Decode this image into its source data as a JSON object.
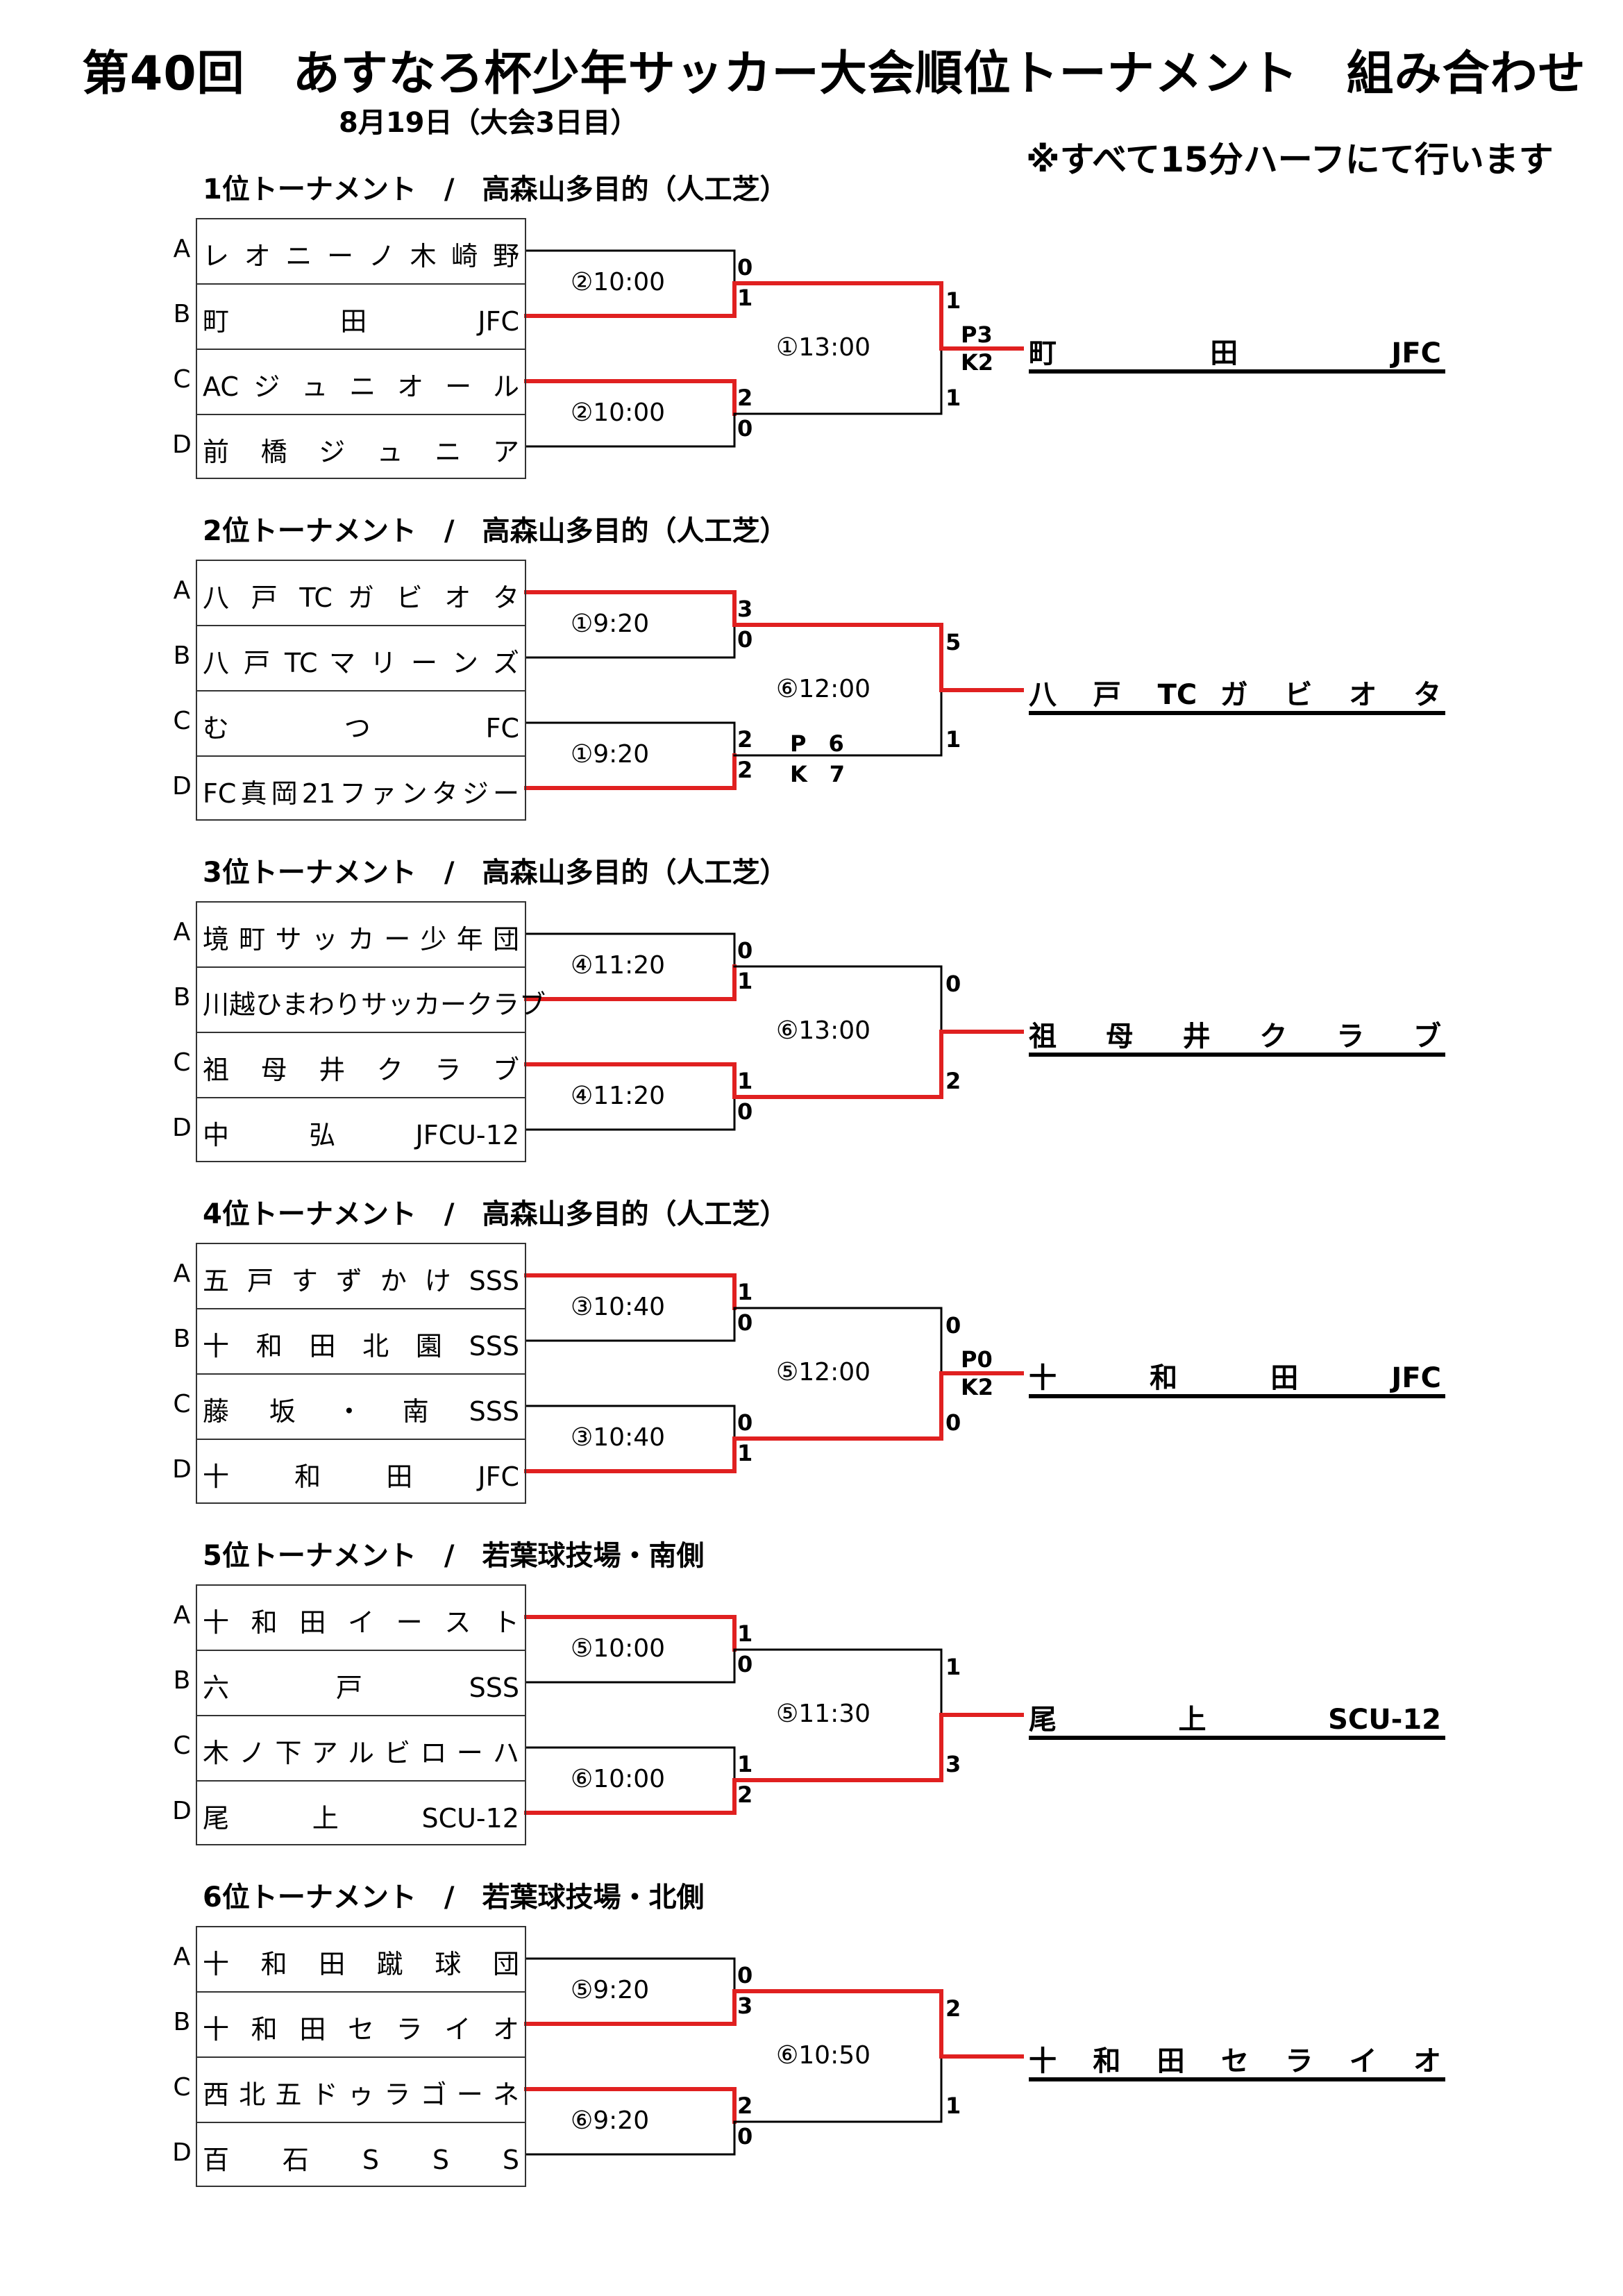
{
  "header": {
    "title": "第40回　あすなろ杯少年サッカー大会順位トーナメント　組み合わせ",
    "date": "8月19日（大会3日目）",
    "note": "※すべて15分ハーフにて行います"
  },
  "colors": {
    "win_line": "#e02020",
    "line": "#000000"
  },
  "slot_letters": [
    "A",
    "B",
    "C",
    "D"
  ],
  "sections": [
    {
      "title": "1位トーナメント　/　高森山多目的（人工芝）",
      "teams": [
        "レ オ ニ ー ノ 木 崎 野",
        "町　　　田　　　JFC",
        "AC ジ ュ ニ オ ー ル",
        "前 橋 ジ ュ ニ ア"
      ],
      "semis": [
        {
          "time": "②10:00",
          "top_score": "0",
          "bottom_score": "1",
          "winner": "bottom"
        },
        {
          "time": "②10:00",
          "top_score": "2",
          "bottom_score": "0",
          "winner": "top"
        }
      ],
      "final": {
        "time": "①13:00",
        "top_score": "1",
        "bottom_score": "1",
        "pk": "P3\nK2",
        "winner": "top"
      },
      "champion": "町　　　田　　　JFC"
    },
    {
      "title": "2位トーナメント　/　高森山多目的（人工芝）",
      "teams": [
        "八 戸 TC ガ ビ オ タ",
        "八 戸 TC マ リ ー ン ズ",
        "む　　　つ　　　FC",
        "FC真岡21ファンタジー"
      ],
      "semis": [
        {
          "time": "①9:20",
          "top_score": "3",
          "bottom_score": "0",
          "winner": "top"
        },
        {
          "time": "①9:20",
          "top_score": "2",
          "bottom_score": "2",
          "winner": "bottom",
          "pk_top": "P　6",
          "pk_bottom": "K　7"
        }
      ],
      "final": {
        "time": "⑥12:00",
        "top_score": "5",
        "bottom_score": "1",
        "winner": "top"
      },
      "champion": "八 戸 TC ガ ビ オ タ"
    },
    {
      "title": "3位トーナメント　/　高森山多目的（人工芝）",
      "teams": [
        "境 町 サ ッ カ ー 少 年 団",
        "川越ひまわりサッカークラブ",
        "祖 母 井 ク ラ ブ",
        "中　　弘　　JFCU-12"
      ],
      "semis": [
        {
          "time": "④11:20",
          "top_score": "0",
          "bottom_score": "1",
          "winner": "bottom"
        },
        {
          "time": "④11:20",
          "top_score": "1",
          "bottom_score": "0",
          "winner": "top"
        }
      ],
      "final": {
        "time": "⑥13:00",
        "top_score": "0",
        "bottom_score": "2",
        "winner": "bottom"
      },
      "champion": "祖 母 井 ク ラ ブ"
    },
    {
      "title": "4位トーナメント　/　高森山多目的（人工芝）",
      "teams": [
        "五 戸 す ず か け SSS",
        "十 和 田 北 園 SSS",
        "藤 坂 ・ 南 SSS",
        "十　和　田　JFC"
      ],
      "semis": [
        {
          "time": "③10:40",
          "top_score": "1",
          "bottom_score": "0",
          "winner": "top"
        },
        {
          "time": "③10:40",
          "top_score": "0",
          "bottom_score": "1",
          "winner": "bottom"
        }
      ],
      "final": {
        "time": "⑤12:00",
        "top_score": "0",
        "bottom_score": "0",
        "pk": "P0\nK2",
        "winner": "bottom"
      },
      "champion": "十　　和　　田　　JFC"
    },
    {
      "title": "5位トーナメント　/　若葉球技場・南側",
      "teams": [
        "十 和 田 イ ー ス ト",
        "六　　　戸　　　SSS",
        "木 ノ 下 ア ル ビ ロ ー ハ",
        "尾　　上　　SCU-12"
      ],
      "semis": [
        {
          "time": "⑤10:00",
          "top_score": "1",
          "bottom_score": "0",
          "winner": "top"
        },
        {
          "time": "⑥10:00",
          "top_score": "1",
          "bottom_score": "2",
          "winner": "bottom"
        }
      ],
      "final": {
        "time": "⑤11:30",
        "top_score": "1",
        "bottom_score": "3",
        "winner": "bottom"
      },
      "champion": "尾　　　上　　　SCU-12"
    },
    {
      "title": "6位トーナメント　/　若葉球技場・北側",
      "teams": [
        "十 和 田 蹴 球 団",
        "十 和 田 セ ラ イ オ",
        "西 北 五 ド ゥ ラ ゴ ー ネ",
        "百　石　S　S　S"
      ],
      "semis": [
        {
          "time": "⑤9:20",
          "top_score": "0",
          "bottom_score": "3",
          "winner": "bottom"
        },
        {
          "time": "⑥9:20",
          "top_score": "2",
          "bottom_score": "0",
          "winner": "top"
        }
      ],
      "final": {
        "time": "⑥10:50",
        "top_score": "2",
        "bottom_score": "1",
        "winner": "top"
      },
      "champion": "十 和 田 セ ラ イ オ"
    }
  ]
}
